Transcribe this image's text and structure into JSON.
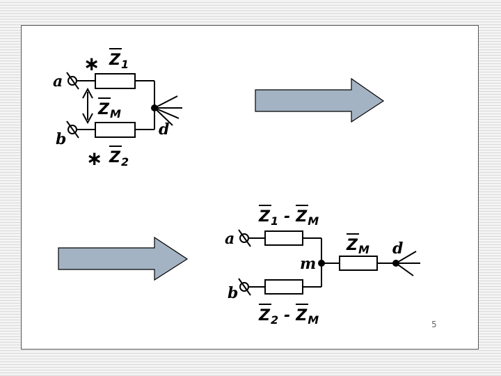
{
  "slide": {
    "page_number": "5"
  },
  "diagram1": {
    "node_a": "a",
    "node_b": "b",
    "node_d": "d",
    "z1": {
      "main": "Z",
      "sub": "1"
    },
    "zm": {
      "main": "Z",
      "sub": "M"
    },
    "z2": {
      "main": "Z",
      "sub": "2"
    },
    "star_top": "∗",
    "star_bottom": "∗"
  },
  "diagram2": {
    "node_a": "a",
    "node_b": "b",
    "node_m": "m",
    "node_d": "d",
    "top_label": {
      "z1": "Z",
      "z1_sub": "1",
      "minus": "-",
      "zm": "Z",
      "zm_sub": "M"
    },
    "bottom_label": {
      "z2": "Z",
      "z2_sub": "2",
      "minus": "-",
      "zm": "Z",
      "zm_sub": "M"
    },
    "right_label": {
      "zm": "Z",
      "zm_sub": "M"
    }
  },
  "colors": {
    "arrow_fill": "#a3b3c3",
    "frame_border": "#555555"
  }
}
